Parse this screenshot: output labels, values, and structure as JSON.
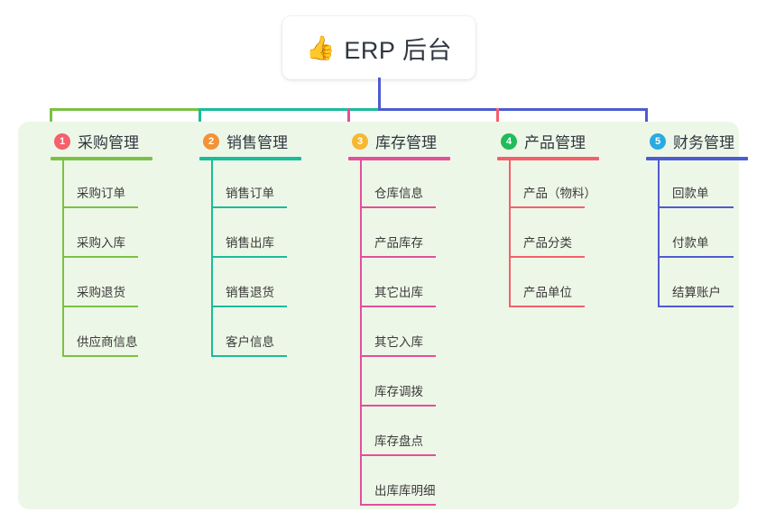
{
  "diagram": {
    "title": {
      "icon": "thumbs-up-icon",
      "emoji": "👍",
      "label": "ERP 后台"
    },
    "panel_bg": "#edf7e7",
    "bus": {
      "left_color": "#7bc144",
      "mid_color": "#1bbc9b",
      "right_color": "#4e5bd1",
      "stem_color": "#4e5bd1"
    },
    "branches": [
      {
        "number": "1",
        "label": "采购管理",
        "badge_color": "#f4606c",
        "line_color": "#7bc144",
        "drop_color": "#7bc144",
        "items": [
          {
            "label": "采购订单"
          },
          {
            "label": "采购入库"
          },
          {
            "label": "采购退货"
          },
          {
            "label": "供应商信息"
          }
        ]
      },
      {
        "number": "2",
        "label": "销售管理",
        "badge_color": "#f39237",
        "line_color": "#1bbc9b",
        "drop_color": "#1bbc9b",
        "items": [
          {
            "label": "销售订单"
          },
          {
            "label": "销售出库"
          },
          {
            "label": "销售退货"
          },
          {
            "label": "客户信息"
          }
        ]
      },
      {
        "number": "3",
        "label": "库存管理",
        "badge_color": "#f7b731",
        "line_color": "#e34f9b",
        "drop_color": "#e34f9b",
        "items": [
          {
            "label": "仓库信息"
          },
          {
            "label": "产品库存"
          },
          {
            "label": "其它出库"
          },
          {
            "label": "其它入库"
          },
          {
            "label": "库存调拨"
          },
          {
            "label": "库存盘点"
          },
          {
            "label": "出库库明细"
          }
        ]
      },
      {
        "number": "4",
        "label": "产品管理",
        "badge_color": "#22bb5b",
        "line_color": "#f4606c",
        "drop_color": "#f4606c",
        "items": [
          {
            "label": "产品（物料）"
          },
          {
            "label": "产品分类"
          },
          {
            "label": "产品单位"
          }
        ]
      },
      {
        "number": "5",
        "label": "财务管理",
        "badge_color": "#29abe2",
        "line_color": "#4e5bd1",
        "drop_color": "#4e5bd1",
        "items": [
          {
            "label": "回款单"
          },
          {
            "label": "付款单"
          },
          {
            "label": "结算账户"
          }
        ]
      }
    ]
  }
}
